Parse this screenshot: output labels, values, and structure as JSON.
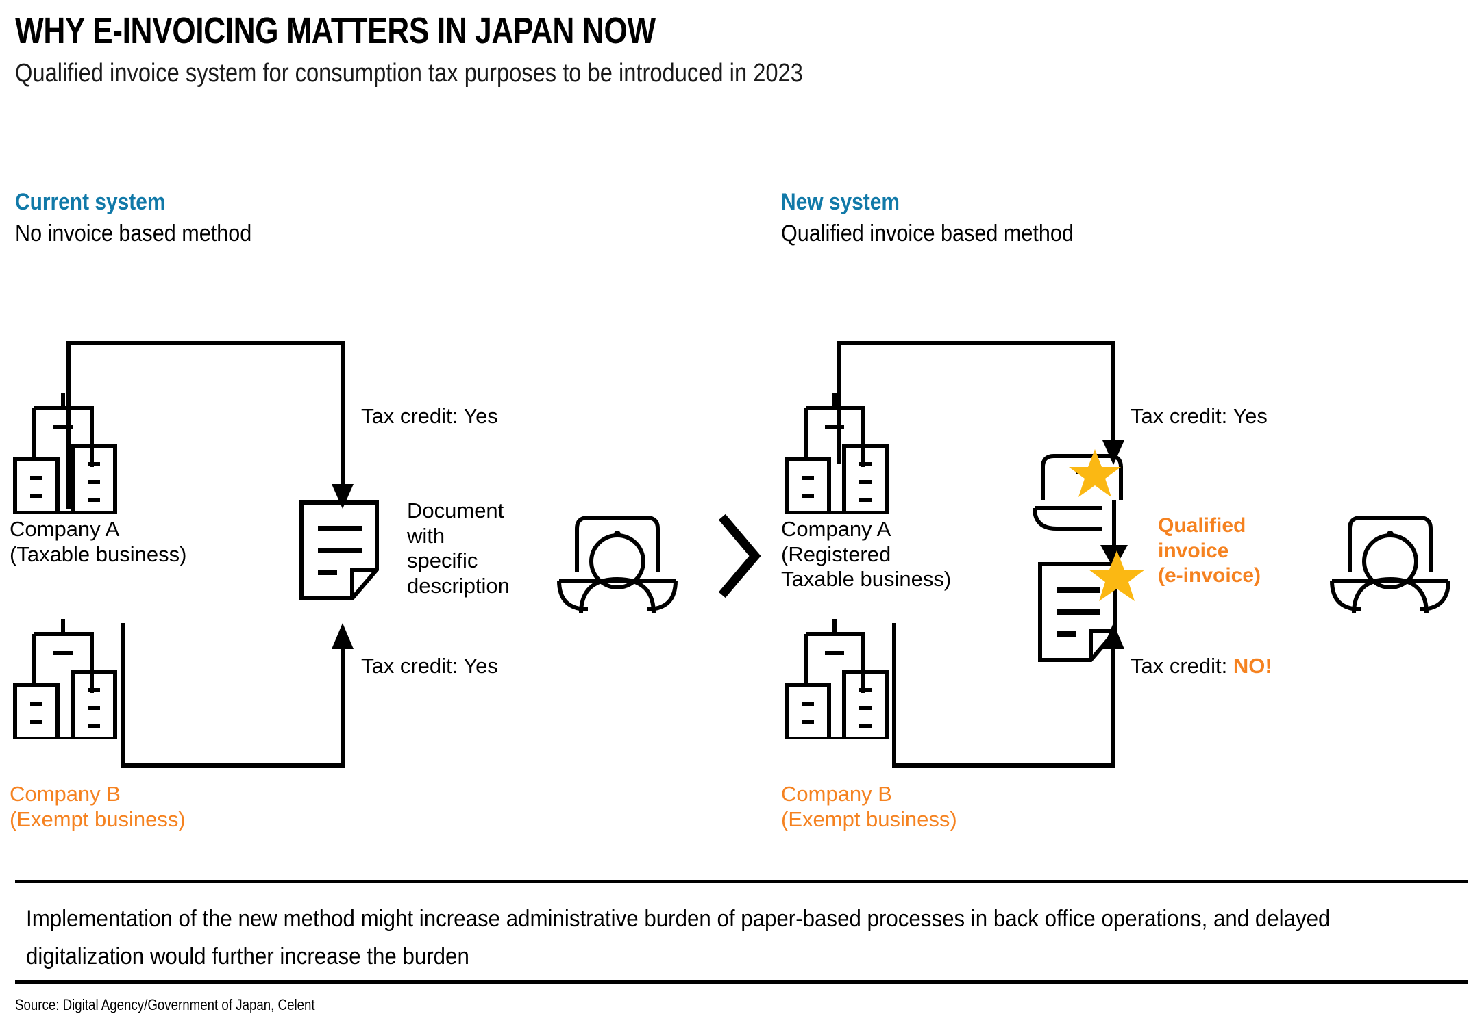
{
  "header": {
    "title": "WHY E-INVOICING MATTERS IN JAPAN NOW",
    "subtitle": "Qualified invoice system for consumption tax purposes to be introduced in 2023"
  },
  "colors": {
    "accent_blue": "#1179A8",
    "accent_orange": "#F58220",
    "star_gold": "#FBB813",
    "ink": "#000000",
    "background": "#FFFFFF"
  },
  "panels": {
    "left": {
      "heading": "Current system",
      "subheading": "No invoice based method",
      "company_a": "Company A\n(Taxable business)",
      "company_b": "Company B\n(Exempt business)",
      "tax_credit_top": "Tax credit: Yes",
      "tax_credit_bottom": "Tax credit: Yes",
      "document_label": "Document\nwith\nspecific\ndescription"
    },
    "right": {
      "heading": "New system",
      "subheading": "Qualified invoice based method",
      "company_a": "Company A\n(Registered\nTaxable business)",
      "company_b": "Company B\n(Exempt business)",
      "tax_credit_top": "Tax credit: Yes",
      "tax_credit_bottom_prefix": "Tax credit: ",
      "tax_credit_bottom_value": "NO!",
      "invoice_callout": "Qualified\ninvoice\n(e-invoice)"
    }
  },
  "separator": {
    "icon": "chevron-right-icon"
  },
  "footer": {
    "note": "Implementation of the new method might increase administrative burden of paper-based processes in back office operations, and delayed digitalization would further increase the burden",
    "source": "Source: Digital Agency/Government of Japan, Celent"
  },
  "icons": {
    "company_building": "office-building-icon",
    "document": "document-icon",
    "qualified_document": "qualified-document-icon",
    "person_at_computer": "person-at-computer-icon",
    "qualified_computer": "qualified-computer-icon",
    "star": "star-icon",
    "arrow_down": "arrow-down-icon",
    "arrow_up": "arrow-up-icon"
  }
}
